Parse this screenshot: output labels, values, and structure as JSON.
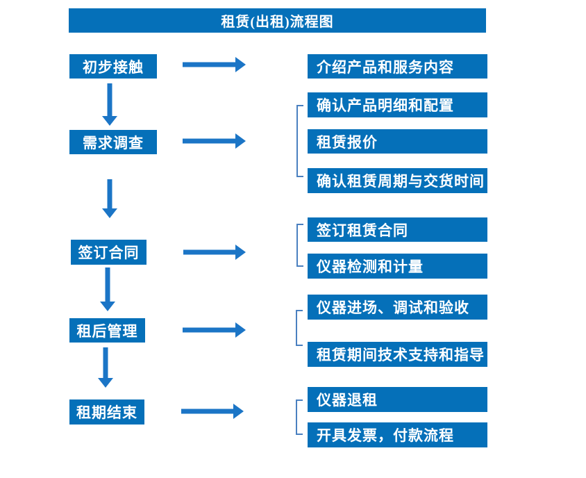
{
  "title": "租赁(出租)流程图",
  "colors": {
    "box_blue": "#0570b9",
    "arrow_blue": "#1b75c6",
    "bracket_blue": "#4a80c0",
    "text": "#ffffff"
  },
  "icons": {
    "down_arrow": "arrow-down",
    "right_arrow": "arrow-right",
    "group_bracket": "left-square-bracket"
  },
  "flow": [
    {
      "step": "初步接触",
      "details": [
        "介绍产品和服务内容"
      ]
    },
    {
      "step": "需求调查",
      "details": [
        "确认产品明细和配置",
        "租赁报价",
        "确认租赁周期与交货时间"
      ]
    },
    {
      "step": "签订合同",
      "details": [
        "签订租赁合同",
        "仪器检测和计量"
      ]
    },
    {
      "step": "租后管理",
      "details": [
        "仪器进场、调试和验收",
        "租赁期间技术支持和指导"
      ]
    },
    {
      "step": "租期结束",
      "details": [
        "仪器退租",
        "开具发票，付款流程"
      ]
    }
  ]
}
